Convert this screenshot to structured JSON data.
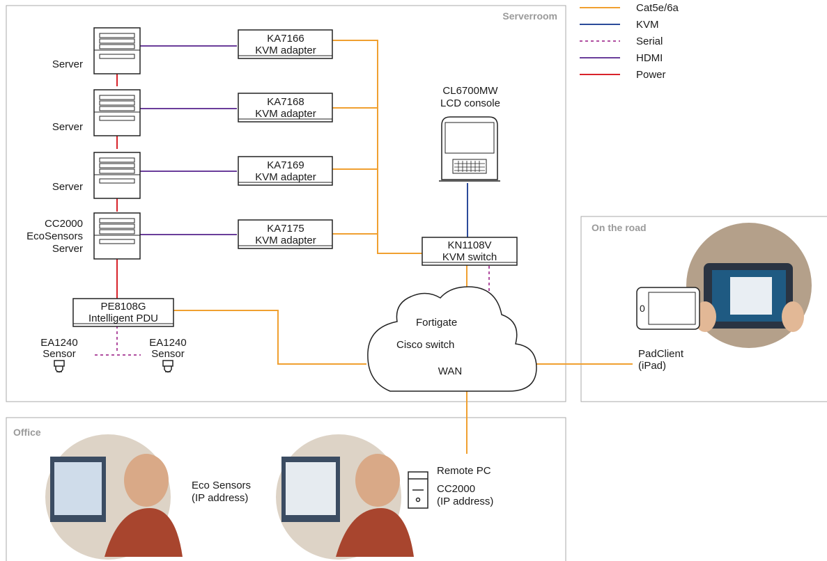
{
  "colors": {
    "cat5": "#f0a030",
    "kvm": "#2b4a9a",
    "serial": "#b04ea0",
    "hdmi": "#6a3d9a",
    "power": "#d8232a",
    "area_border": "#a8a8a8"
  },
  "legend": {
    "cat5": "Cat5e/6a",
    "kvm": "KVM",
    "serial": "Serial",
    "hdmi": "HDMI",
    "power": "Power"
  },
  "areas": {
    "serverroom": "Serverroom",
    "on_the_road": "On the road",
    "office": "Office"
  },
  "servers": {
    "s1": "Server",
    "s2": "Server",
    "s3": "Server",
    "s4": [
      "CC2000",
      "EcoSensors",
      "Server"
    ]
  },
  "adapters": [
    {
      "model": "KA7166",
      "type": "KVM adapter"
    },
    {
      "model": "KA7168",
      "type": "KVM adapter"
    },
    {
      "model": "KA7169",
      "type": "KVM adapter"
    },
    {
      "model": "KA7175",
      "type": "KVM adapter"
    }
  ],
  "console": {
    "model": "CL6700MW",
    "type": "LCD console"
  },
  "kvm_switch": {
    "model": "KN1108V",
    "type": "KVM switch"
  },
  "pdu": {
    "model": "PE8108G",
    "type": "Intelligent PDU"
  },
  "sensors": [
    {
      "model": "EA1240",
      "type": "Sensor"
    },
    {
      "model": "EA1240",
      "type": "Sensor"
    }
  ],
  "cloud": {
    "fortigate": "Fortigate",
    "cisco": "Cisco switch",
    "wan": "WAN"
  },
  "padclient": {
    "name": "PadClient",
    "device": "(iPad)",
    "home_glyph": "0"
  },
  "office": {
    "eco": [
      "Eco Sensors",
      "(IP address)"
    ],
    "remote": [
      "Remote PC",
      "CC2000",
      "(IP address)"
    ]
  }
}
